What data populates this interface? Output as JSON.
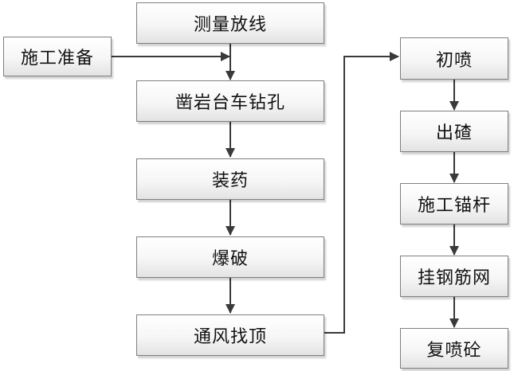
{
  "diagram": {
    "steps": {
      "survey": "测量放线",
      "preparation": "施工准备",
      "drilling": "凿岩台车钻孔",
      "charging": "装药",
      "blasting": "爆破",
      "ventilation": "通风找顶",
      "initial_spray": "初喷",
      "mucking": "出碴",
      "anchor_bolt": "施工锚杆",
      "steel_mesh": "挂钢筋网",
      "re_spray": "复喷砼"
    },
    "colors": {
      "line": "#3a3a3a",
      "border": "#7f7f7f",
      "text": "#111111"
    }
  }
}
